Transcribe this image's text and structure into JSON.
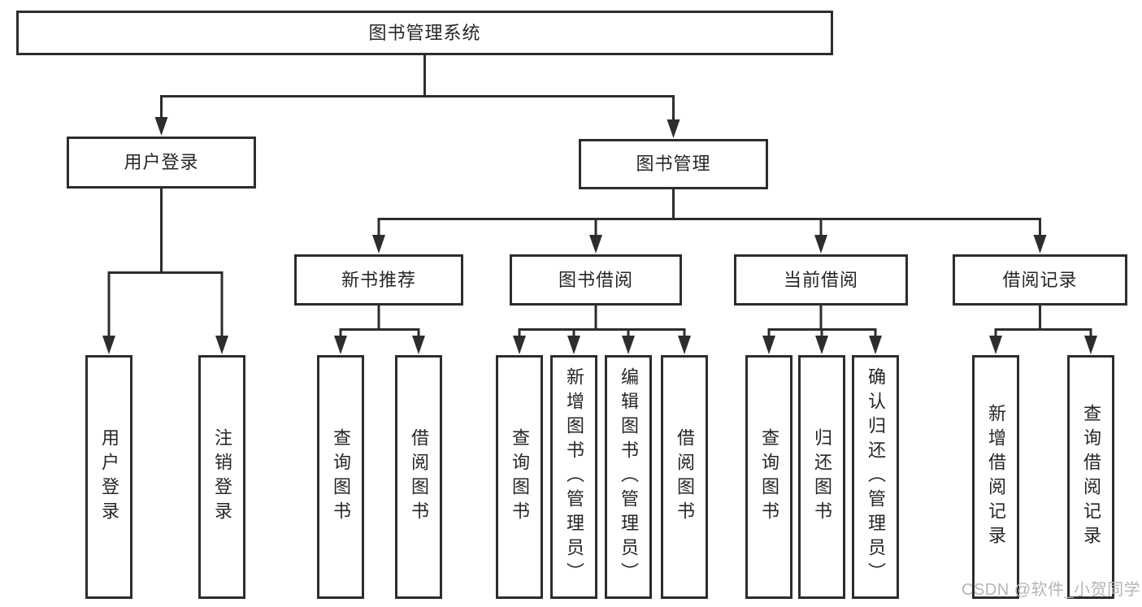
{
  "colors": {
    "line": "#2d2d2d",
    "box_border": "#2d2d2d",
    "box_fill": "#ffffff",
    "text": "#262626",
    "watermark": "#b5b5b5"
  },
  "watermark": {
    "text": "CSDN @软件_小贺同学"
  },
  "tree": {
    "root": {
      "label": "图书管理系统"
    },
    "branches": [
      {
        "label": "用户登录",
        "leaves": [
          {
            "label": "用户登录"
          },
          {
            "label": "注销登录"
          }
        ]
      },
      {
        "label": "图书管理",
        "groups": [
          {
            "label": "新书推荐",
            "leaves": [
              {
                "label": "查询图书"
              },
              {
                "label": "借阅图书"
              }
            ]
          },
          {
            "label": "图书借阅",
            "leaves": [
              {
                "label": "查询图书"
              },
              {
                "label": "新增图书（管理员）"
              },
              {
                "label": "编辑图书（管理员）"
              },
              {
                "label": "借阅图书"
              }
            ]
          },
          {
            "label": "当前借阅",
            "leaves": [
              {
                "label": "查询图书"
              },
              {
                "label": "归还图书"
              },
              {
                "label": "确认归还（管理员）"
              }
            ]
          },
          {
            "label": "借阅记录",
            "leaves": [
              {
                "label": "新增借阅记录"
              },
              {
                "label": "查询借阅记录"
              }
            ]
          }
        ]
      }
    ]
  }
}
